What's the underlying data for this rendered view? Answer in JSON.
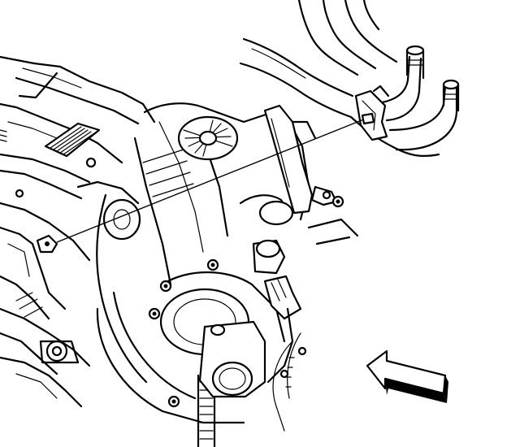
{
  "diagram": {
    "colors": {
      "line": "#000000",
      "background": "#ffffff"
    },
    "parts": [
      "engine-block",
      "valve-cover",
      "heater-hoses",
      "coolant-pipe-bracket",
      "bracket-bolt",
      "water-pump",
      "thermostat-housing",
      "coolant-outlet",
      "pulley",
      "direction-arrow"
    ]
  }
}
